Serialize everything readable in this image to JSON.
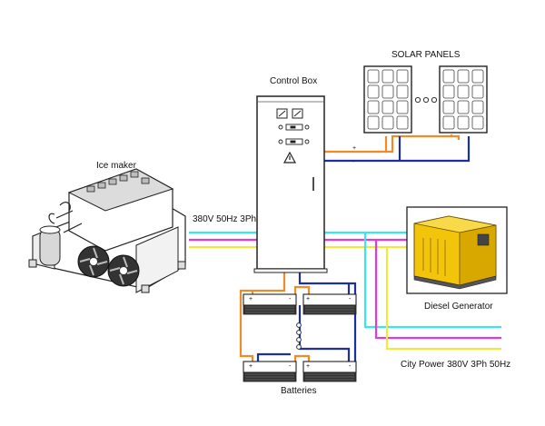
{
  "labels": {
    "solar_panels": "SOLAR PANELS",
    "control_box": "Control Box",
    "ice_maker": "Ice maker",
    "input_power": "380V 50Hz 3Ph",
    "diesel_generator": "Diesel Generator",
    "city_power": "City Power 380V 3Ph 50Hz",
    "batteries": "Batteries"
  },
  "polarity": {
    "plus": "+",
    "minus": "-"
  },
  "colors": {
    "positive": "#f08c28",
    "negative": "#1c2f9c",
    "phase_cyan": "#38e6ee",
    "phase_magenta": "#e638d8",
    "phase_yellow": "#f2ea3a",
    "generator_body": "#f2c40a",
    "outline": "#333333"
  },
  "icons": [
    "solar-panel-icon",
    "control-cabinet-icon",
    "ice-maker-icon",
    "diesel-generator-icon",
    "battery-icon",
    "warning-icon",
    "gauge-icon"
  ]
}
